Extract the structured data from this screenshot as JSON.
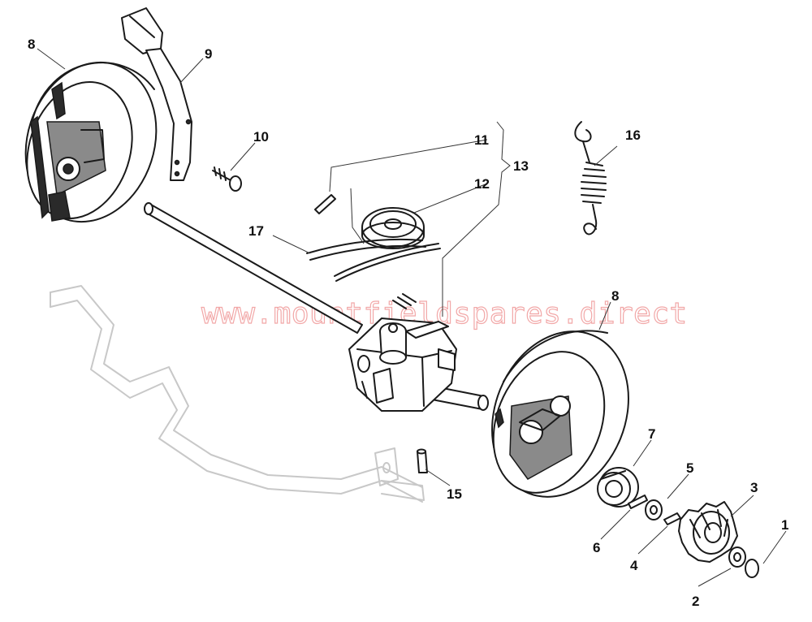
{
  "watermark": "www.mountfieldspares.direct",
  "callouts": {
    "p8_top": "8",
    "p9": "9",
    "p10": "10",
    "p11": "11",
    "p12": "12",
    "p13": "13",
    "p16": "16",
    "p17": "17",
    "p8_bottom": "8",
    "p7": "7",
    "p5": "5",
    "p3": "3",
    "p1": "1",
    "p6": "6",
    "p4": "4",
    "p2": "2",
    "p15": "15"
  }
}
